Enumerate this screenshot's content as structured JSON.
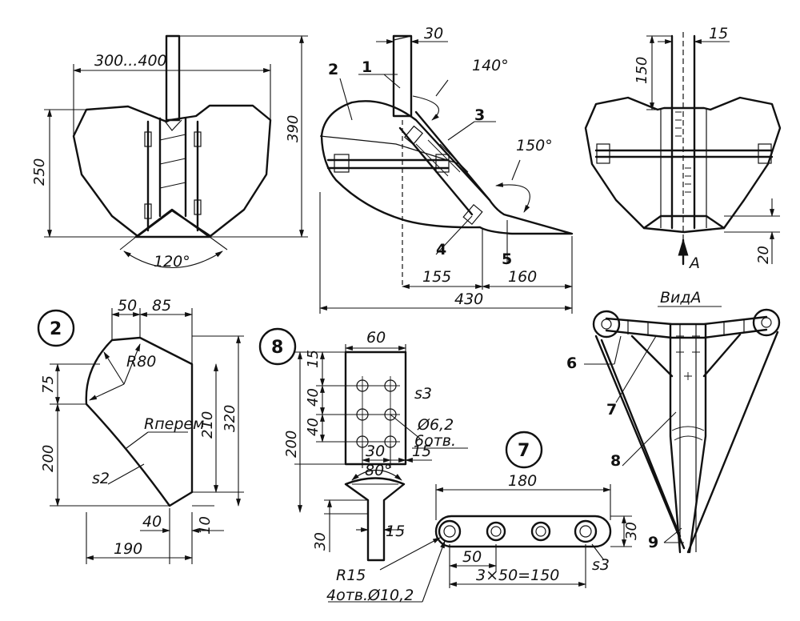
{
  "labels": {
    "front": {
      "w300": "300...400",
      "h250": "250",
      "h390": "390",
      "angle120": "120°"
    },
    "side": {
      "d30": "30",
      "angle140": "140°",
      "angle150": "150°",
      "d155": "155",
      "d160": "160",
      "d430": "430",
      "p1": "1",
      "p2": "2",
      "p3": "3",
      "p4": "4",
      "p5": "5"
    },
    "rear": {
      "d15": "15",
      "d150": "150",
      "d20": "20",
      "arrowA": "A"
    },
    "part2": {
      "circle": "2",
      "d50": "50",
      "d85": "85",
      "r80": "R80",
      "d75": "75",
      "d200": "200",
      "rvar": "Rперем",
      "d210": "210",
      "d320": "320",
      "s2": "s2",
      "d40": "40",
      "d10": "10",
      "d190": "190"
    },
    "part8": {
      "circle": "8",
      "d60": "60",
      "d15": "15",
      "d40a": "40",
      "d40b": "40",
      "d200": "200",
      "s3": "s3",
      "hole": "Ø6,2",
      "count": "6отв.",
      "d30": "30",
      "d15b": "15",
      "angle80": "80°",
      "d30b": "30",
      "d15c": "15"
    },
    "part7": {
      "circle": "7",
      "d180": "180",
      "d30": "30",
      "d50": "50",
      "d150": "3×50=150",
      "s3": "s3",
      "r15": "R15",
      "holes": "4отв.Ø10,2"
    },
    "viewA": {
      "title": "ВидА",
      "p6": "6",
      "p7": "7",
      "p8": "8",
      "p9": "9"
    }
  }
}
